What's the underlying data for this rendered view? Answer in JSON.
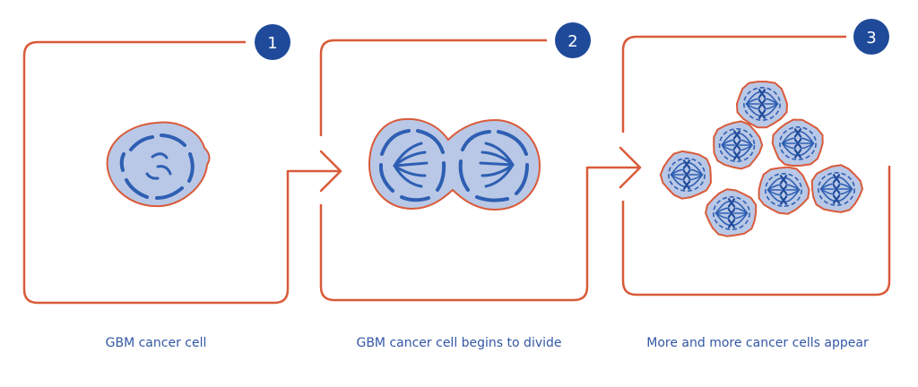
{
  "colors": {
    "frame": "#d95b3a",
    "badge": "#1f4a9a",
    "cell_fill": "#b9c8e6",
    "nucleus": "#2e5fb3",
    "caption": "#3257a6"
  },
  "steps": [
    {
      "number": "1",
      "caption": "GBM cancer cell"
    },
    {
      "number": "2",
      "caption": "GBM cancer cell begins to divide"
    },
    {
      "number": "3",
      "caption": "More and more cancer cells appear"
    }
  ],
  "icons": [
    "arrow-right-icon",
    "step-badge-icon",
    "cell-icon"
  ]
}
